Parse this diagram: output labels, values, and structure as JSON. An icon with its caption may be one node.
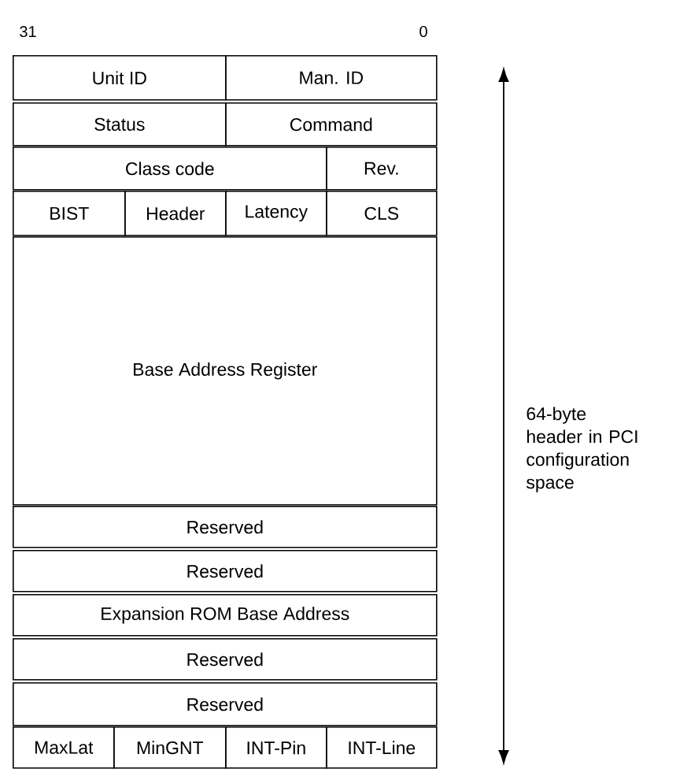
{
  "diagram": {
    "nodes": [
      {
        "text": [
          "Unit ID"
        ]
      },
      {
        "text": [
          "Man. ID"
        ]
      },
      {
        "text": [
          "Status"
        ]
      },
      {
        "text": [
          "Command"
        ]
      },
      {
        "text": [
          "Class code"
        ]
      },
      {
        "text": [
          "Rev."
        ]
      },
      {
        "text": [
          "BIST"
        ]
      },
      {
        "text": [
          "Header"
        ]
      },
      {
        "text": [
          "Latency"
        ]
      },
      {
        "text": [
          "CLS"
        ]
      },
      {
        "text": [
          "Base Address Register"
        ]
      },
      {
        "text": [
          "Reserved"
        ]
      },
      {
        "text": [
          "Reserved"
        ]
      },
      {
        "text": [
          "Expansion ROM Base Address"
        ]
      },
      {
        "text": [
          "Reserved"
        ]
      },
      {
        "text": [
          "Reserved"
        ]
      },
      {
        "text": [
          "MaxLat"
        ]
      },
      {
        "text": [
          "MinGNT"
        ]
      },
      {
        "text": [
          "INT-Pin"
        ]
      },
      {
        "text": [
          "INT-Line"
        ]
      }
    ],
    "labels": [
      "31",
      "0",
      "64-byte header in PCI configuration space"
    ]
  }
}
